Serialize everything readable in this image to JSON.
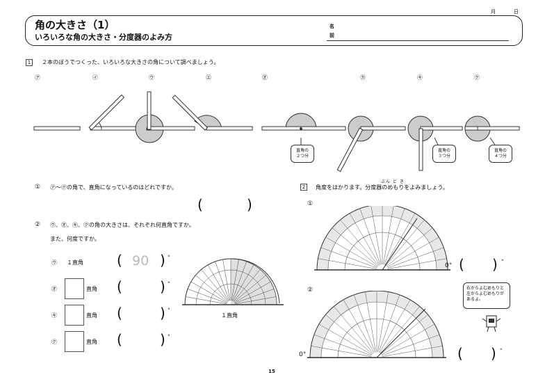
{
  "page": {
    "month_label": "月",
    "day_label": "日",
    "title": "角の大きさ（1）",
    "subtitle": "いろいろな角の大きさ・分度器のよみ方",
    "name_label_1": "名",
    "name_label_2": "前",
    "page_number": "15"
  },
  "section1": {
    "number": "1",
    "instruction": "２本のぼうでつくった、いろいろな大きさの角について調べましょう。",
    "angle_labels": [
      "㋐",
      "㋑",
      "㋒",
      "㋓",
      "㋔",
      "㋕",
      "㋖",
      "㋗"
    ],
    "bubbles": [
      {
        "line1": "直角の",
        "line2": "２つ分"
      },
      {
        "line1": "直角の",
        "line2": "３つ分"
      },
      {
        "line1": "直角の",
        "line2": "４つ分"
      }
    ]
  },
  "q1": {
    "marker": "①",
    "text": "㋐～㋗の角で、直角になっているのはどれですか。"
  },
  "q2": {
    "marker": "②",
    "text": "㋒、㋔、㋖、㋗の角の大きさは、それぞれ何直角ですか。",
    "text2": "また、何度ですか。",
    "rows": [
      {
        "label": "㋒",
        "prefix": "１",
        "unit": "直角",
        "value": "90",
        "degree": "°"
      },
      {
        "label": "㋔",
        "prefix": "",
        "unit": "直角",
        "value": "",
        "degree": "°"
      },
      {
        "label": "㋖",
        "prefix": "",
        "unit": "直角",
        "value": "",
        "degree": "°"
      },
      {
        "label": "㋗",
        "prefix": "",
        "unit": "直角",
        "value": "",
        "degree": "°"
      }
    ],
    "protractor_caption": "１直角"
  },
  "section2": {
    "number": "2",
    "instruction": "角度をはかります。分度器のめもりをよみましょう。",
    "ruby": "ぶん ど き",
    "items": [
      {
        "marker": "①",
        "zero_label": "0°",
        "degree": "°"
      },
      {
        "marker": "②",
        "zero_label": "0°",
        "degree": "°"
      }
    ],
    "hint_line1": "右からよむめもりと",
    "hint_line2": "左からよむめもりが",
    "hint_line3": "あるよ。"
  }
}
